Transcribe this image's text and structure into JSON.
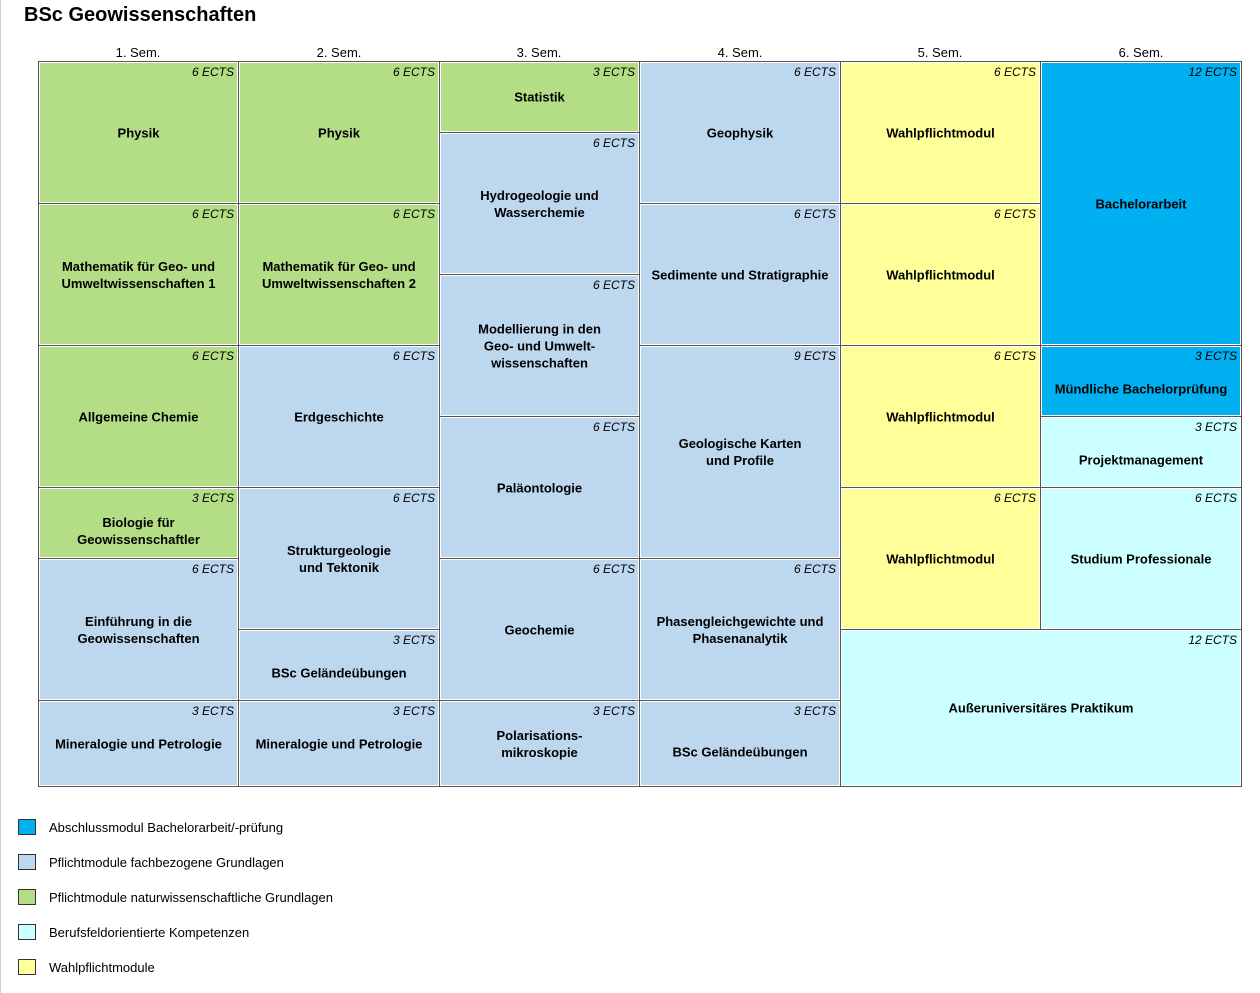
{
  "title": "BSc Geowissenschaften",
  "colors": {
    "abschluss": "#00B0F0",
    "fachbezogen": "#BDD7EE",
    "naturwiss": "#B3DE86",
    "beruf": "#CCFFFF",
    "wahlpflicht": "#FFFF99"
  },
  "semesters": [
    "1. Sem.",
    "2. Sem.",
    "3. Sem.",
    "4. Sem.",
    "5. Sem.",
    "6. Sem."
  ],
  "modules": [
    {
      "name": "Physik",
      "ects": "6 ECTS",
      "cat": "naturwiss"
    },
    {
      "name": "Mathematik für Geo- und\nUmweltwissenschaften 1",
      "ects": "6 ECTS",
      "cat": "naturwiss"
    },
    {
      "name": "Allgemeine Chemie",
      "ects": "6 ECTS",
      "cat": "naturwiss"
    },
    {
      "name": "Biologie für\nGeowissenschaftler",
      "ects": "3 ECTS",
      "cat": "naturwiss"
    },
    {
      "name": "Einführung in die\nGeowissenschaften",
      "ects": "6 ECTS",
      "cat": "fachbezogen"
    },
    {
      "name": "Mineralogie und Petrologie",
      "ects": "3 ECTS",
      "cat": "fachbezogen"
    },
    {
      "name": "Physik",
      "ects": "6 ECTS",
      "cat": "naturwiss"
    },
    {
      "name": "Mathematik für Geo- und\nUmweltwissenschaften 2",
      "ects": "6 ECTS",
      "cat": "naturwiss"
    },
    {
      "name": "Erdgeschichte",
      "ects": "6 ECTS",
      "cat": "fachbezogen"
    },
    {
      "name": "Strukturgeologie\nund Tektonik",
      "ects": "6 ECTS",
      "cat": "fachbezogen"
    },
    {
      "name": "BSc Geländeübungen",
      "ects": "3 ECTS",
      "cat": "fachbezogen"
    },
    {
      "name": "Mineralogie und Petrologie",
      "ects": "3 ECTS",
      "cat": "fachbezogen"
    },
    {
      "name": "Statistik",
      "ects": "3 ECTS",
      "cat": "naturwiss"
    },
    {
      "name": "Hydrogeologie und\nWasserchemie",
      "ects": "6 ECTS",
      "cat": "fachbezogen"
    },
    {
      "name": "Modellierung in den\nGeo- und Umwelt-\nwissenschaften",
      "ects": "6 ECTS",
      "cat": "fachbezogen"
    },
    {
      "name": "Paläontologie",
      "ects": "6 ECTS",
      "cat": "fachbezogen"
    },
    {
      "name": "Geochemie",
      "ects": "6 ECTS",
      "cat": "fachbezogen"
    },
    {
      "name": "Polarisations-\nmikroskopie",
      "ects": "3 ECTS",
      "cat": "fachbezogen"
    },
    {
      "name": "Geophysik",
      "ects": "6 ECTS",
      "cat": "fachbezogen"
    },
    {
      "name": "Sedimente und Stratigraphie",
      "ects": "6 ECTS",
      "cat": "fachbezogen"
    },
    {
      "name": "Geologische Karten\nund Profile",
      "ects": "9 ECTS",
      "cat": "fachbezogen"
    },
    {
      "name": "Phasengleichgewichte und\nPhasenanalytik",
      "ects": "6 ECTS",
      "cat": "fachbezogen"
    },
    {
      "name": "BSc Geländeübungen",
      "ects": "3 ECTS",
      "cat": "fachbezogen"
    },
    {
      "name": "Wahlpflichtmodul",
      "ects": "6 ECTS",
      "cat": "wahlpflicht"
    },
    {
      "name": "Wahlpflichtmodul",
      "ects": "6 ECTS",
      "cat": "wahlpflicht"
    },
    {
      "name": "Wahlpflichtmodul",
      "ects": "6 ECTS",
      "cat": "wahlpflicht"
    },
    {
      "name": "Wahlpflichtmodul",
      "ects": "6 ECTS",
      "cat": "wahlpflicht"
    },
    {
      "name": "Außeruniversitäres Praktikum",
      "ects": "12 ECTS",
      "cat": "beruf"
    },
    {
      "name": "Bachelorarbeit",
      "ects": "12 ECTS",
      "cat": "abschluss"
    },
    {
      "name": "Mündliche Bachelorprüfung",
      "ects": "3 ECTS",
      "cat": "abschluss"
    },
    {
      "name": "Projektmanagement",
      "ects": "3 ECTS",
      "cat": "beruf"
    },
    {
      "name": "Studium Professionale",
      "ects": "6 ECTS",
      "cat": "beruf"
    }
  ],
  "legend": [
    {
      "label": "Abschlussmodul Bachelorarbeit/-prüfung",
      "cat": "abschluss"
    },
    {
      "label": "Pflichtmodule fachbezogene Grundlagen",
      "cat": "fachbezogen"
    },
    {
      "label": "Pflichtmodule naturwissenschaftliche Grundlagen",
      "cat": "naturwiss"
    },
    {
      "label": "Berufsfeldorientierte Kompetenzen",
      "cat": "beruf"
    },
    {
      "label": "Wahlpflichtmodule",
      "cat": "wahlpflicht"
    }
  ]
}
